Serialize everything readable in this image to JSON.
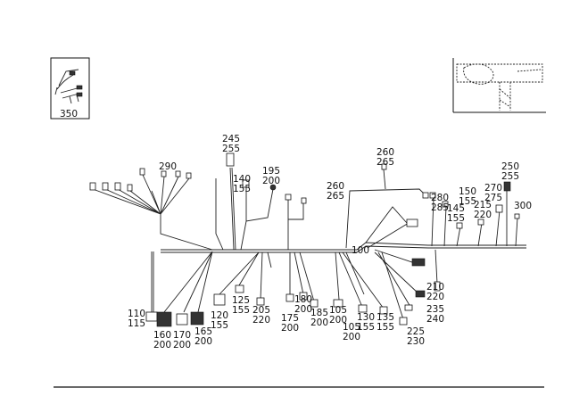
{
  "figure": {
    "ref_number": "350",
    "callouts": [
      {
        "id": "c290",
        "lines": [
          "290"
        ]
      },
      {
        "id": "c245",
        "lines": [
          "245",
          "255"
        ]
      },
      {
        "id": "c140",
        "lines": [
          "140",
          "155"
        ]
      },
      {
        "id": "c195",
        "lines": [
          "195",
          "200"
        ]
      },
      {
        "id": "c260a",
        "lines": [
          "260",
          "265"
        ]
      },
      {
        "id": "c260b",
        "lines": [
          "260",
          "265"
        ]
      },
      {
        "id": "c250",
        "lines": [
          "250",
          "255"
        ]
      },
      {
        "id": "c270",
        "lines": [
          "270",
          "275"
        ]
      },
      {
        "id": "c150",
        "lines": [
          "150",
          "155"
        ]
      },
      {
        "id": "c280",
        "lines": [
          "280",
          "285"
        ]
      },
      {
        "id": "c145",
        "lines": [
          "145",
          "155"
        ]
      },
      {
        "id": "c215",
        "lines": [
          "215",
          "220"
        ]
      },
      {
        "id": "c300",
        "lines": [
          "300"
        ]
      },
      {
        "id": "c100",
        "lines": [
          "100"
        ]
      },
      {
        "id": "c210",
        "lines": [
          "210",
          "220"
        ]
      },
      {
        "id": "c235",
        "lines": [
          "235",
          "240"
        ]
      },
      {
        "id": "c225",
        "lines": [
          "225",
          "230"
        ]
      },
      {
        "id": "c110",
        "lines": [
          "110",
          "115"
        ]
      },
      {
        "id": "c160",
        "lines": [
          "160",
          "200"
        ]
      },
      {
        "id": "c170",
        "lines": [
          "170",
          "200"
        ]
      },
      {
        "id": "c165",
        "lines": [
          "165",
          "200"
        ]
      },
      {
        "id": "c120",
        "lines": [
          "120",
          "155"
        ]
      },
      {
        "id": "c125",
        "lines": [
          "125",
          "155"
        ]
      },
      {
        "id": "c205",
        "lines": [
          "205",
          "220"
        ]
      },
      {
        "id": "c175",
        "lines": [
          "175",
          "200"
        ]
      },
      {
        "id": "c180",
        "lines": [
          "180",
          "200"
        ]
      },
      {
        "id": "c185",
        "lines": [
          "185",
          "200"
        ]
      },
      {
        "id": "c105a",
        "lines": [
          "105",
          "200"
        ]
      },
      {
        "id": "c105b",
        "lines": [
          "105",
          "200"
        ]
      },
      {
        "id": "c130",
        "lines": [
          "130",
          "155"
        ]
      },
      {
        "id": "c135",
        "lines": [
          "135",
          "155"
        ]
      }
    ]
  }
}
